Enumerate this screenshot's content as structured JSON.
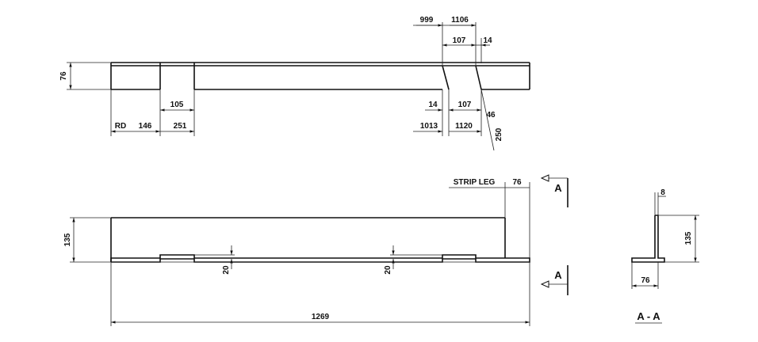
{
  "top_view": {
    "height_76": "76",
    "d_999": "999",
    "d_1106": "1106",
    "d_107_top": "107",
    "d_14_top": "14",
    "d_105": "105",
    "d_14_bottom": "14",
    "d_107_bottom": "107",
    "d_46": "46",
    "d_RD": "RD",
    "d_146": "146",
    "d_251": "251",
    "d_1013": "1013",
    "d_1120": "1120",
    "d_250": "250"
  },
  "front_view": {
    "strip_leg_label": "STRIP LEG",
    "strip_leg_dim": "76",
    "height_135": "135",
    "notch_20_left": "20",
    "notch_20_right": "20",
    "length_1269": "1269",
    "section_mark_top": "A",
    "section_mark_bottom": "A"
  },
  "section_view": {
    "thickness_8": "8",
    "height_135": "135",
    "width_76": "76",
    "title": "A - A"
  }
}
